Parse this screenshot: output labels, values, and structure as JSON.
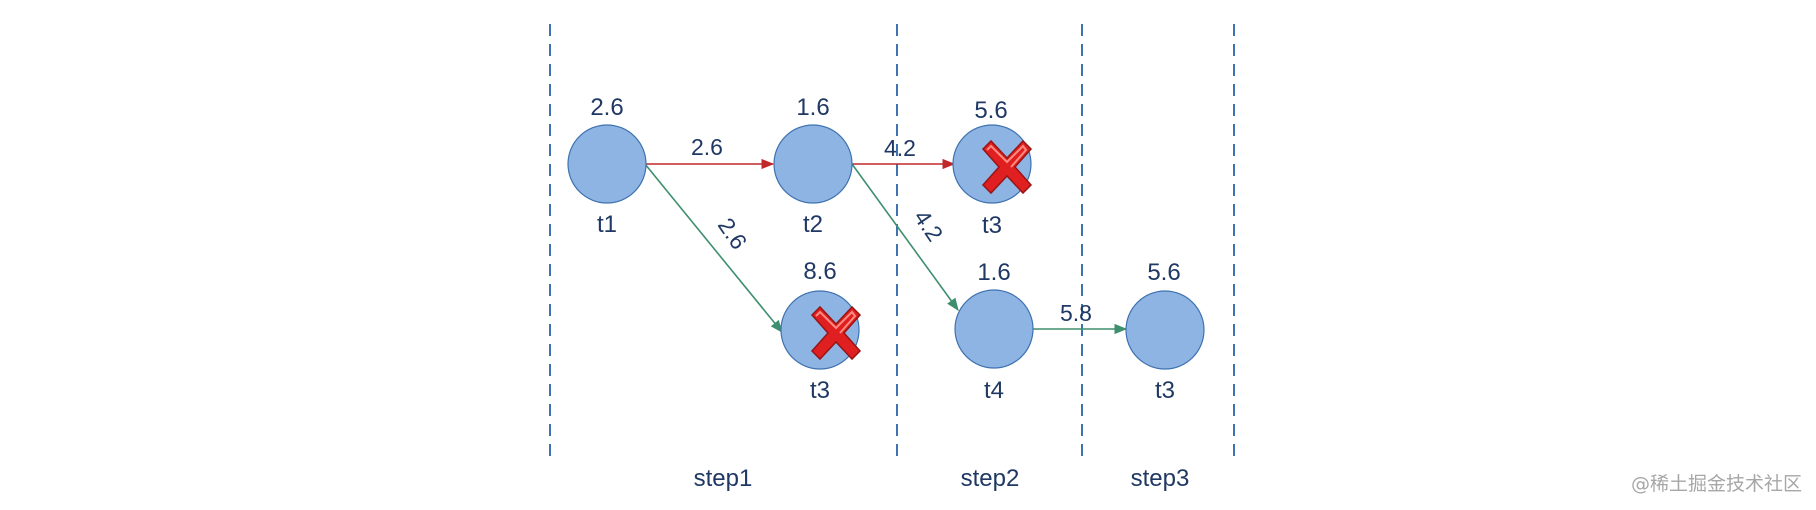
{
  "nodes": {
    "step1_t1": {
      "name": "t1",
      "score": "2.6"
    },
    "step1_t2": {
      "name": "t2",
      "score": "1.6"
    },
    "step1_t3": {
      "name": "t3",
      "score": "8.6",
      "pruned": true
    },
    "step2_t3": {
      "name": "t3",
      "score": "5.6",
      "pruned": true
    },
    "step2_t4": {
      "name": "t4",
      "score": "1.6"
    },
    "step3_t3": {
      "name": "t3",
      "score": "5.6"
    }
  },
  "edges": {
    "t1_to_t2": "2.6",
    "t1_to_t3": "2.6",
    "t2_to_t3": "4.2",
    "t2_to_t4": "4.2",
    "t4_to_t3": "5.8"
  },
  "steps": {
    "step1": "step1",
    "step2": "step2",
    "step3": "step3"
  },
  "watermark": "@稀土掘金技术社区",
  "colors": {
    "node_fill": "#8eb4e3",
    "node_stroke": "#3f72b0",
    "best_path_edge": "#c0282b",
    "candidate_edge": "#3e8f6e",
    "pruned_cross": "#e02020",
    "text": "#1f3864"
  }
}
